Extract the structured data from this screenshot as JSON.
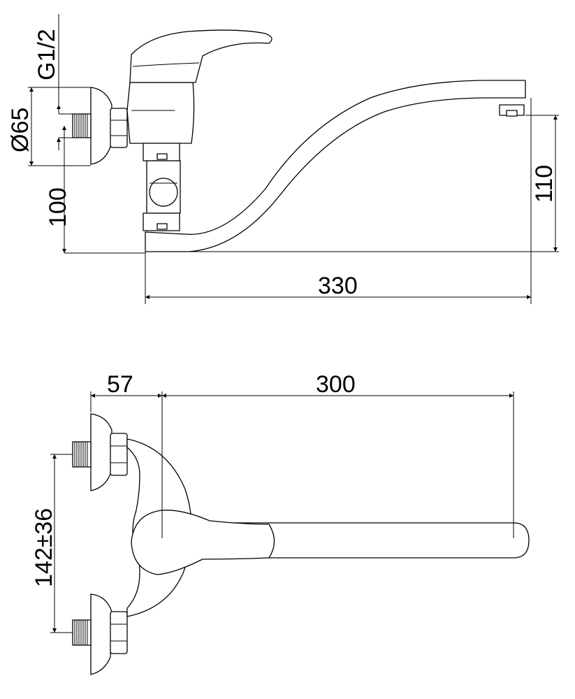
{
  "dimensions": {
    "top": {
      "thread": "G1/2",
      "diameter": "Ø65",
      "height": "100",
      "spout_height": "110",
      "length": "330"
    },
    "bottom": {
      "offset": "57",
      "reach": "300",
      "spacing": "142±36"
    }
  }
}
